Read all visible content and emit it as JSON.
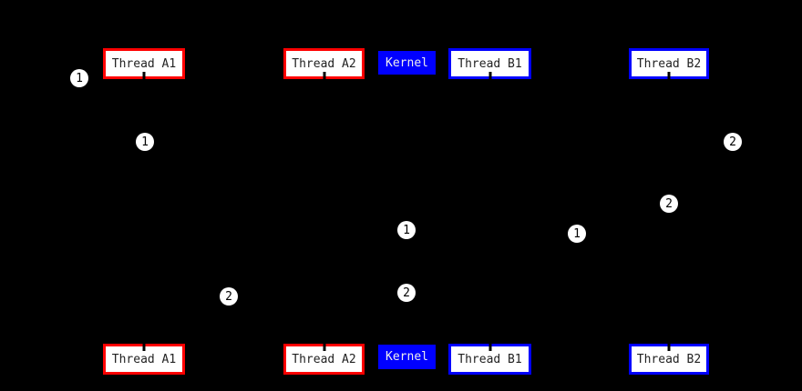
{
  "diagram": {
    "background": "#000000",
    "participants": [
      {
        "id": "thread-a1",
        "label": "Thread A1",
        "kind": "thread",
        "accent": "#ff0000",
        "fill": "#ffffff",
        "text_color": "#222222"
      },
      {
        "id": "thread-a2",
        "label": "Thread A2",
        "kind": "thread",
        "accent": "#ff0000",
        "fill": "#ffffff",
        "text_color": "#222222"
      },
      {
        "id": "kernel",
        "label": "Kernel",
        "kind": "kernel",
        "accent": "#0000ff",
        "fill": "#0000ff",
        "text_color": "#eeeeee"
      },
      {
        "id": "thread-b1",
        "label": "Thread B1",
        "kind": "thread",
        "accent": "#0000ff",
        "fill": "#ffffff",
        "text_color": "#222222"
      },
      {
        "id": "thread-b2",
        "label": "Thread B2",
        "kind": "thread",
        "accent": "#0000ff",
        "fill": "#ffffff",
        "text_color": "#222222"
      }
    ],
    "step_badges": [
      "1",
      "1",
      "2",
      "2",
      "1",
      "1",
      "2",
      "2"
    ]
  }
}
